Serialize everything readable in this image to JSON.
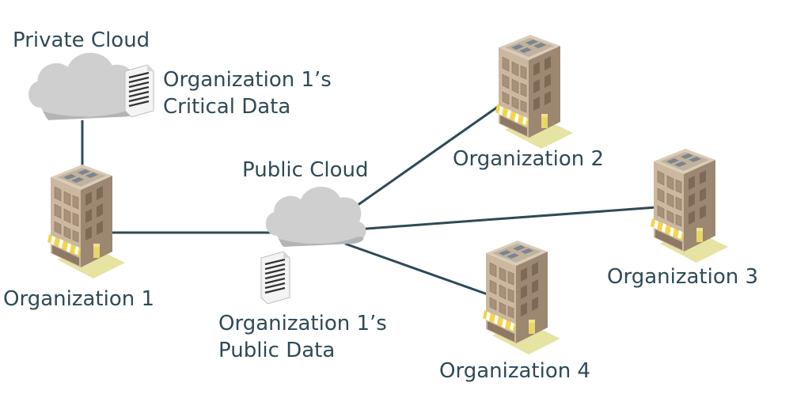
{
  "labels": {
    "private_cloud": "Private Cloud",
    "critical_data_line1": "Organization 1’s",
    "critical_data_line2": "Critical Data",
    "public_cloud": "Public Cloud",
    "org1": "Organization 1",
    "org2": "Organization 2",
    "org3": "Organization 3",
    "org4": "Organization 4",
    "public_data_line1": "Organization 1’s",
    "public_data_line2": "Public Data"
  },
  "colors": {
    "text": "#2f4a56",
    "link": "#2f4a56",
    "cloud": "#c9c9ca",
    "building": "#b8a590",
    "awning": "#f1d54b",
    "ground": "#e8e6a0"
  },
  "icons": [
    "cloud-icon",
    "document-icon",
    "building-icon"
  ]
}
